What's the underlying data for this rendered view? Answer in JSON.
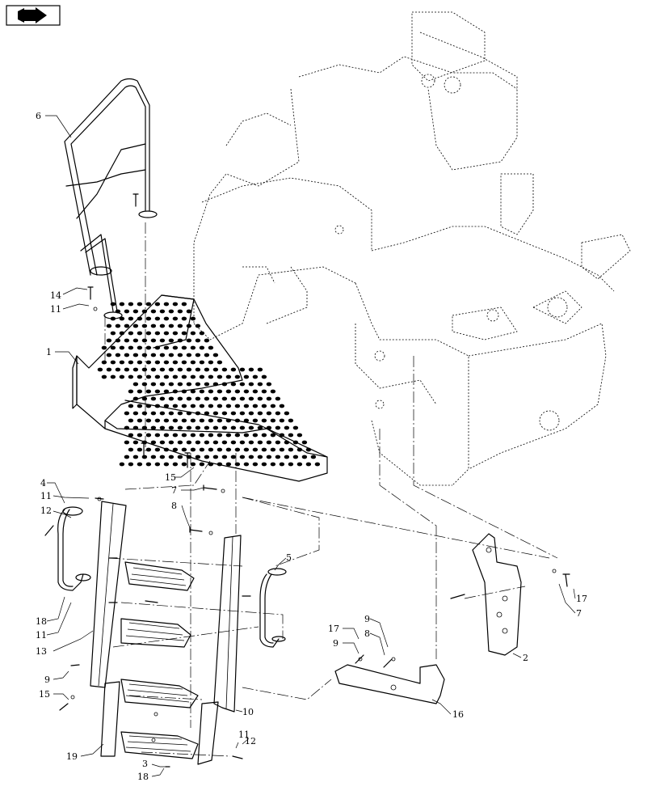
{
  "callouts": {
    "c6": "6",
    "c14a": "14",
    "c11a": "11",
    "c1": "1",
    "c4": "4",
    "c11b": "11",
    "c12a": "12",
    "c15a": "15",
    "c7a": "7",
    "c8a": "8",
    "c5": "5",
    "c18a": "18",
    "c11c": "11",
    "c13": "13",
    "c9a": "9",
    "c15b": "15",
    "c10": "10",
    "c19": "19",
    "c3": "3",
    "c18b": "18",
    "c11d": "11",
    "c12b": "12",
    "c16": "16",
    "c2": "2",
    "c17a": "17",
    "c9b": "9",
    "c9c": "9",
    "c8b": "8",
    "c17b": "17",
    "c7b": "7"
  },
  "icons": {
    "nav": "nav-arrow-icon"
  }
}
